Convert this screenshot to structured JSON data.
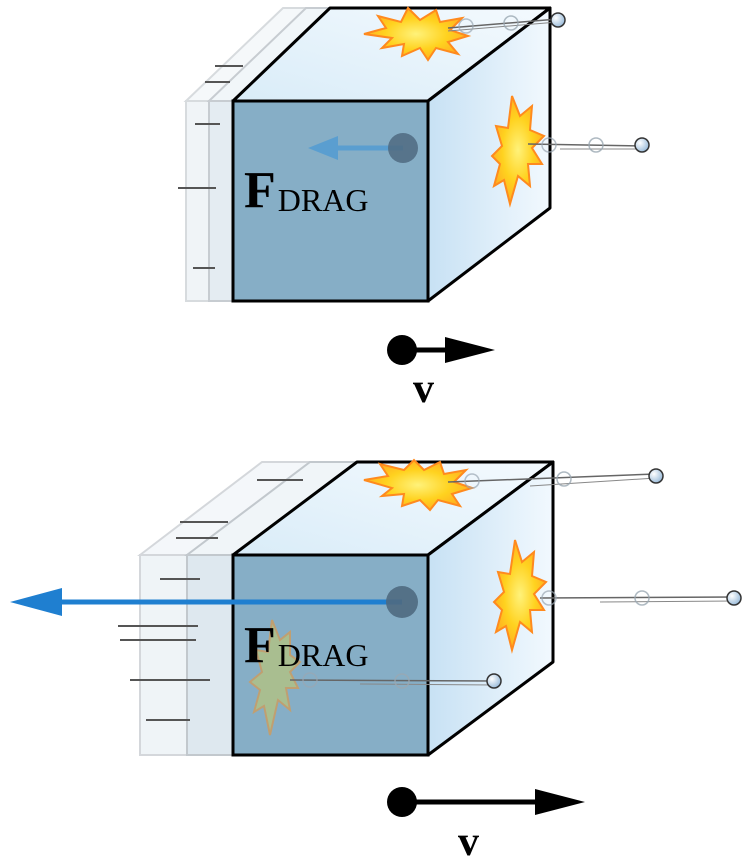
{
  "scenes": [
    {
      "drag_symbol": "F",
      "drag_subscript": "DRAG",
      "velocity_label": "v",
      "drag_magnitude": "small",
      "speed": "slow"
    },
    {
      "drag_symbol": "F",
      "drag_subscript": "DRAG",
      "velocity_label": "v",
      "drag_magnitude": "large",
      "speed": "fast"
    }
  ],
  "colors": {
    "front_face": "#86aec6",
    "side_face": "#d9ecf8",
    "top_face": "#e6f2fb",
    "ghost_face": "#dde7ee",
    "drag_arrow": "#1f7fd0",
    "burst_fill": "#ffd21f",
    "burst_stroke": "#ff8a1e",
    "particle": "#b9d3ea",
    "edge": "#000000"
  },
  "icons": [
    "force-arrow-icon",
    "velocity-arrow-icon",
    "impact-burst-icon",
    "particle-icon"
  ]
}
